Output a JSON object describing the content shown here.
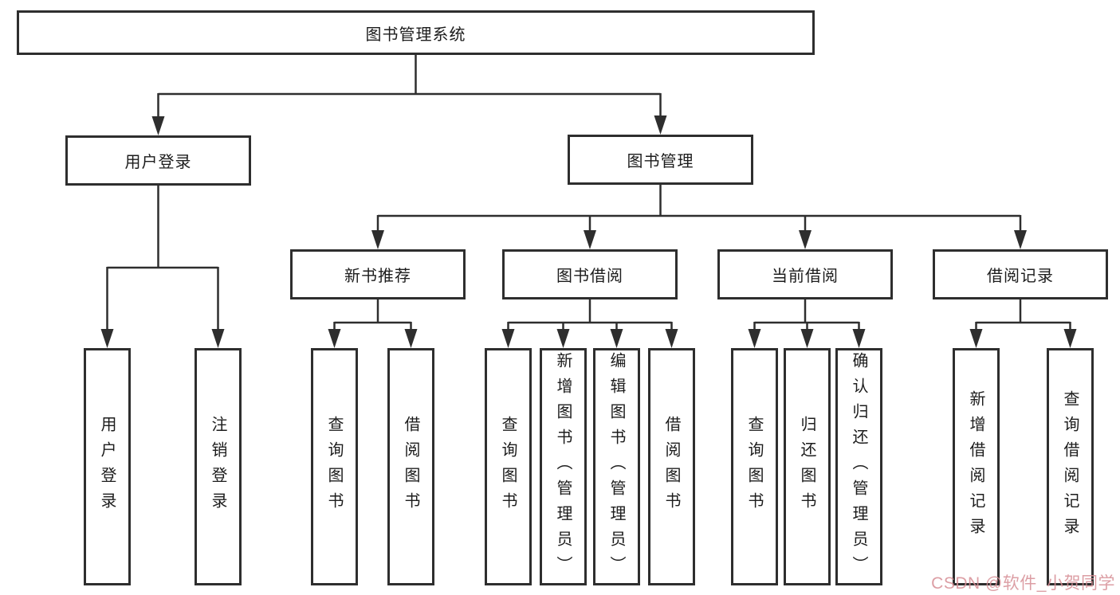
{
  "tree": {
    "root": {
      "label": "图书管理系统"
    },
    "branches": [
      {
        "label": "用户登录",
        "children": [
          {
            "label": "用户登录"
          },
          {
            "label": "注销登录"
          }
        ]
      },
      {
        "label": "图书管理",
        "children": [
          {
            "label": "新书推荐",
            "children": [
              {
                "label": "查询图书"
              },
              {
                "label": "借阅图书"
              }
            ]
          },
          {
            "label": "图书借阅",
            "children": [
              {
                "label": "查询图书"
              },
              {
                "label": "新增图书（管理员）"
              },
              {
                "label": "编辑图书（管理员）"
              },
              {
                "label": "借阅图书"
              }
            ]
          },
          {
            "label": "当前借阅",
            "children": [
              {
                "label": "查询图书"
              },
              {
                "label": "归还图书"
              },
              {
                "label": "确认归还（管理员）"
              }
            ]
          },
          {
            "label": "借阅记录",
            "children": [
              {
                "label": "新增借阅记录"
              },
              {
                "label": "查询借阅记录"
              }
            ]
          }
        ]
      }
    ]
  },
  "watermark": {
    "text": "CSDN @软件_小贺同学"
  },
  "colors": {
    "line": "#2e2e2e",
    "box_border": "#2e2e2e",
    "box_fill": "#ffffff",
    "text": "#1c1c1c",
    "watermark": "#d68d94",
    "background": "#ffffff"
  }
}
